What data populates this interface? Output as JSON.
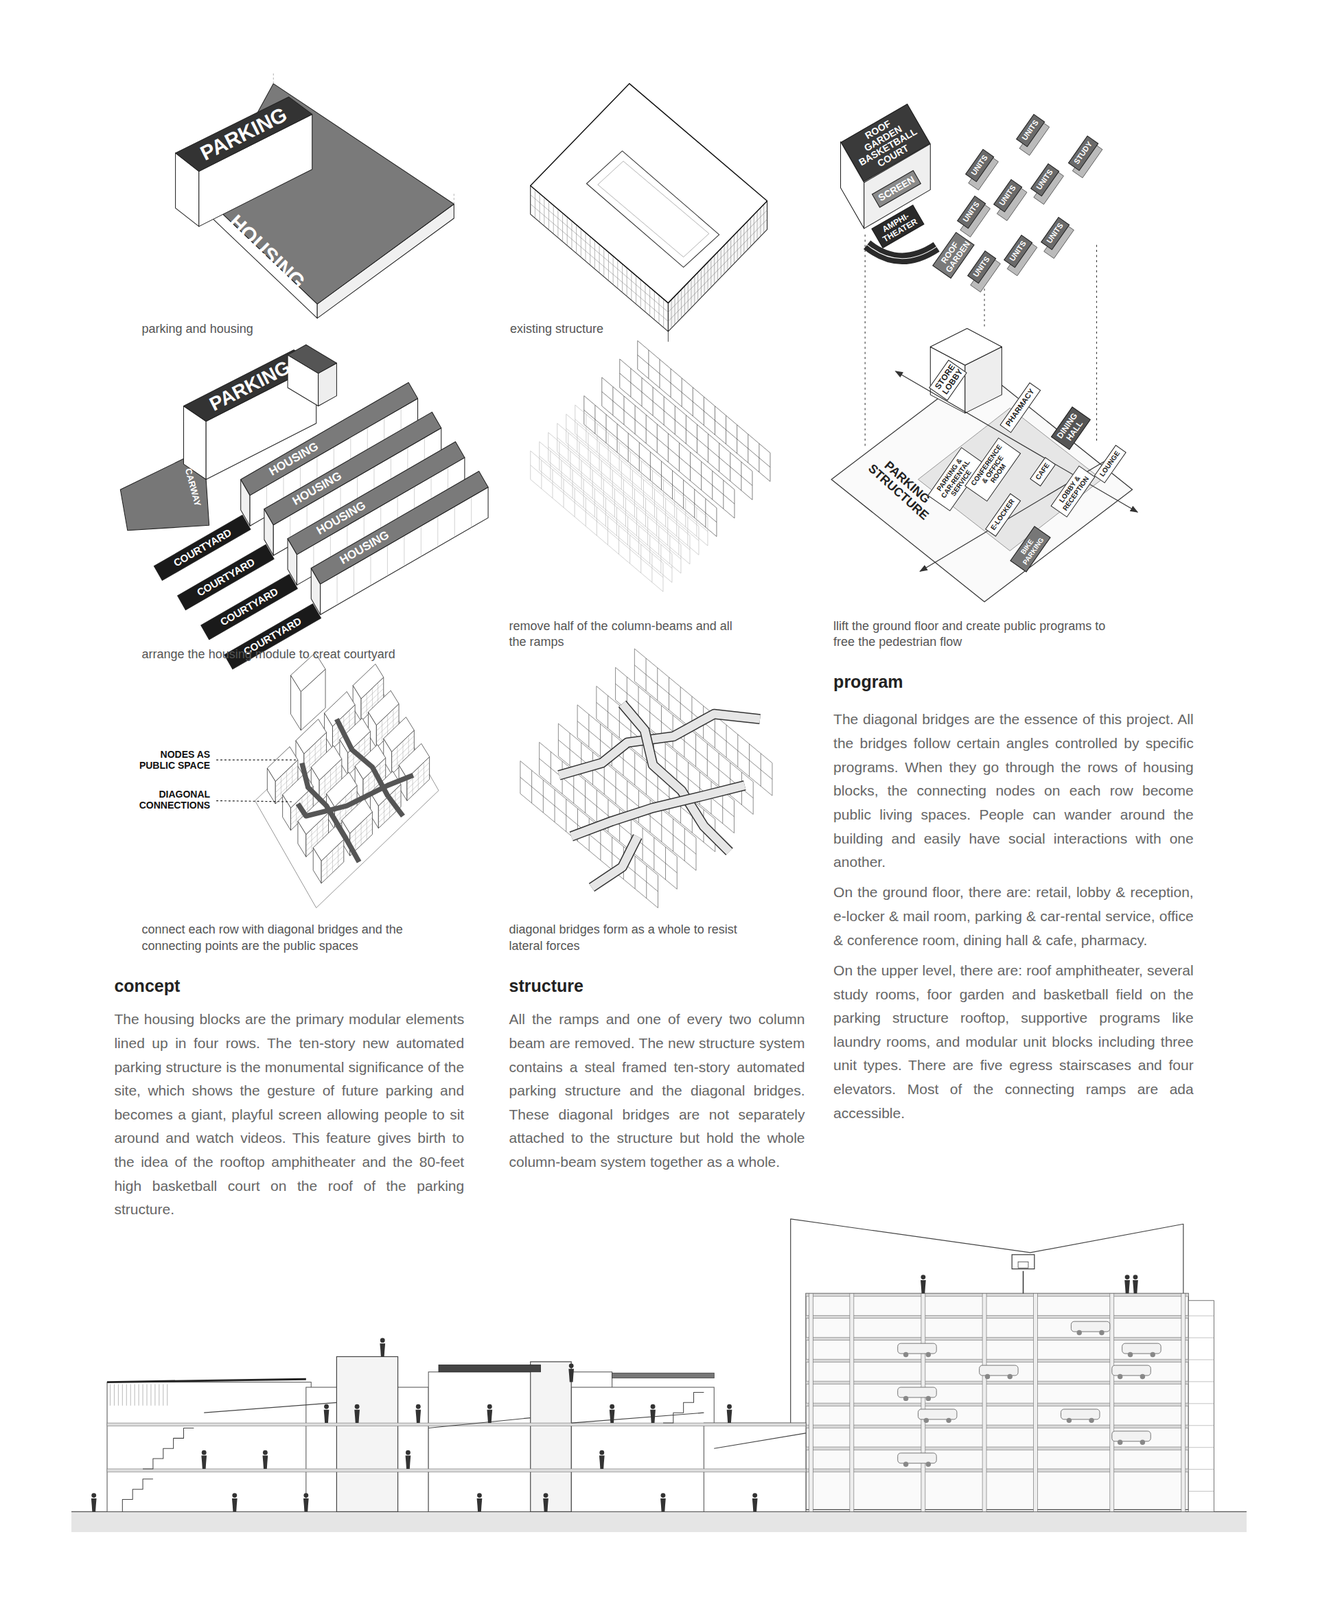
{
  "diagram": {
    "nodes": [
      {
        "text": [
          "PARKING"
        ]
      },
      {
        "text": [
          "HOUSING"
        ]
      },
      {
        "text": [
          "PARKING"
        ]
      },
      {
        "text": [
          "CARWAY"
        ]
      },
      {
        "text": [
          "HOUSING"
        ]
      },
      {
        "text": [
          "HOUSING"
        ]
      },
      {
        "text": [
          "HOUSING"
        ]
      },
      {
        "text": [
          "HOUSING"
        ]
      },
      {
        "text": [
          "COURTYARD"
        ]
      },
      {
        "text": [
          "COURTYARD"
        ]
      },
      {
        "text": [
          "COURTYARD"
        ]
      },
      {
        "text": [
          "COURTYARD"
        ]
      },
      {
        "text": [
          "ROOF GARDEN BASKETBALL COURT"
        ]
      },
      {
        "text": [
          "SCREEN"
        ]
      },
      {
        "text": [
          "AMPHI-THEATER"
        ]
      },
      {
        "text": [
          "ROOF GARDEN"
        ]
      },
      {
        "text": [
          "UNITS"
        ]
      },
      {
        "text": [
          "UNITS"
        ]
      },
      {
        "text": [
          "UNITS"
        ]
      },
      {
        "text": [
          "UNITS"
        ]
      },
      {
        "text": [
          "UNITS"
        ]
      },
      {
        "text": [
          "UNITS"
        ]
      },
      {
        "text": [
          "UNITS"
        ]
      },
      {
        "text": [
          "UNITS"
        ]
      },
      {
        "text": [
          "STUDY"
        ]
      },
      {
        "text": [
          "STORE LOBBY"
        ]
      },
      {
        "text": [
          "PARKING STRUCTURE"
        ]
      },
      {
        "text": [
          "PHARMACY"
        ]
      },
      {
        "text": [
          "DINING HALL"
        ]
      },
      {
        "text": [
          "PARKING & CAR-RENTAL SERVICE"
        ]
      },
      {
        "text": [
          "CONFERENCE & OFFICE ROOM"
        ]
      },
      {
        "text": [
          "E-LOCKER"
        ]
      },
      {
        "text": [
          "CAFE"
        ]
      },
      {
        "text": [
          "LOBBY & RECEPTION"
        ]
      },
      {
        "text": [
          "LOUNGE"
        ]
      },
      {
        "text": [
          "BIKE PARKING"
        ]
      }
    ],
    "labels": [
      "parking and housing",
      "existing structure",
      "arrange the housing module to creat courtyard",
      "remove half of the column-beams and all the ramps",
      "llift the ground floor and create public programs to free the pedestrian flow",
      "program",
      "The diagonal bridges are the essence of this project. All the bridges follow certain angles controlled by specific programs. When they go through the rows of housing blocks, the connecting nodes on each row become public living spaces. People can wander around the building and easily have social interactions with one another.",
      "On the ground floor, there are: retail, lobby & reception, e-locker & mail room, parking & car-rental service, office & conference room, dining hall & cafe, pharmacy.",
      "On the upper level, there are: roof amphitheater, several study rooms, foor garden and basketball field on the parking structure rooftop, supportive programs like laundry rooms, and modular unit blocks including three unit types. There are five egress stairscases and four elevators. Most of the connecting ramps are ada accessible.",
      "NODES AS PUBLIC SPACE",
      "DIAGONAL CONNECTIONS",
      "connect each row with diagonal bridges and the connecting points are the public spaces",
      "diagonal bridges form as a whole to resist lateral forces",
      "concept",
      "The housing blocks are the primary modular elements lined up in four rows. The ten-story new automated parking structure is the monumental significance of the site, which shows the gesture of future parking and becomes a giant, playful screen allowing people to sit around and watch videos. This feature gives birth to the idea of the rooftop amphitheater and the 80-feet high basketball court on the roof of the parking structure.",
      "structure",
      "All the ramps and one of every two column beam are removed. The new structure system contains a steal framed ten-story automated parking structure and the diagonal bridges. These diagonal bridges are not separately attached to the structure but hold the whole column-beam system together as a whole."
    ]
  }
}
